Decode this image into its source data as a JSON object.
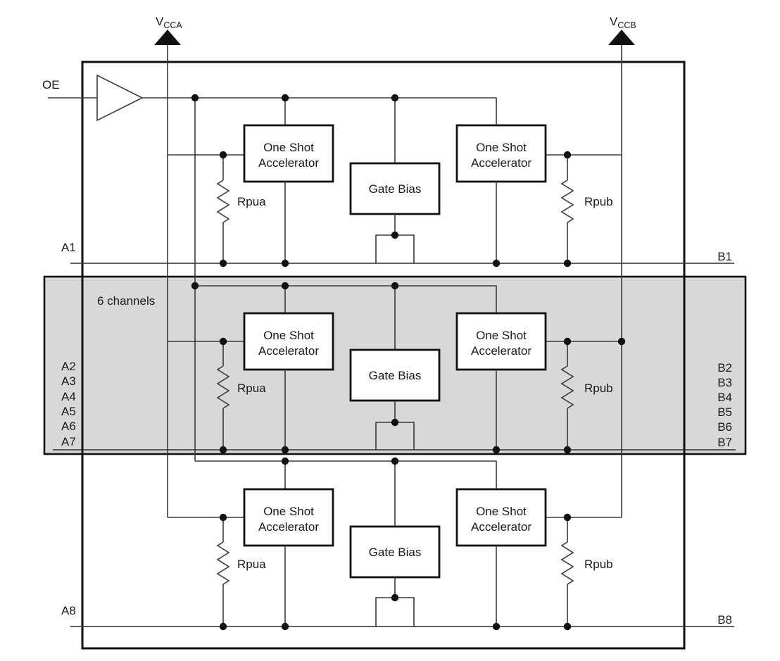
{
  "diagram": {
    "type": "functional-block-diagram",
    "description": "8-channel bidirectional level-shifter block diagram with OE buffer, pull-up resistors, one-shot accelerators, gate-bias blocks and pass transistors"
  },
  "power": {
    "vcca": {
      "main": "V",
      "sub": "CCA"
    },
    "vccb": {
      "main": "V",
      "sub": "CCB"
    }
  },
  "oe": {
    "label": "OE"
  },
  "blocks": {
    "one_shot": {
      "line1": "One Shot",
      "line2": "Accelerator"
    },
    "gate_bias": "Gate Bias",
    "rpua": "Rpua",
    "rpub": "Rpub"
  },
  "sections": {
    "channel1": {
      "left_pin": "A1",
      "right_pin": "B1"
    },
    "middle": {
      "note": "6 channels",
      "left_pins": [
        "A2",
        "A3",
        "A4",
        "A5",
        "A6",
        "A7"
      ],
      "right_pins": [
        "B2",
        "B3",
        "B4",
        "B5",
        "B6",
        "B7"
      ]
    },
    "channel8": {
      "left_pin": "A8",
      "right_pin": "B8"
    }
  },
  "colors": {
    "background": "#ffffff",
    "line": "#3a3a3a",
    "box_border": "#111111",
    "shade_fill": "#d8d8d8",
    "text": "#1a1a1a"
  }
}
